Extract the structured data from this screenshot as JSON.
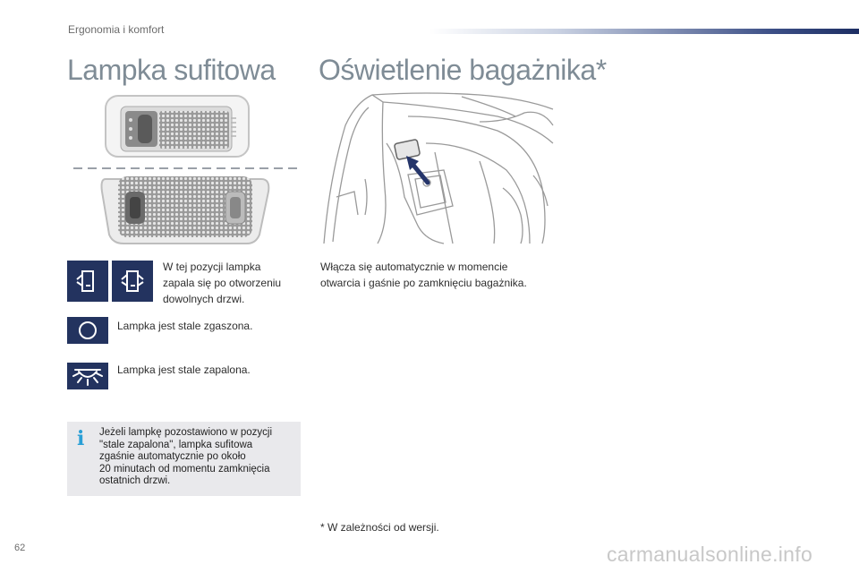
{
  "header": {
    "section": "Ergonomia i komfort",
    "page_number": "62"
  },
  "left": {
    "title": "Lampka sufitowa",
    "modes": [
      {
        "icons": [
          "door-open-left-icon",
          "door-open-right-icon"
        ],
        "text": "W tej pozycji lampka\nzapala się po otworzeniu\ndowolnych drzwi."
      },
      {
        "icons": [
          "lamp-off-icon"
        ],
        "text": "Lampka jest stale zgaszona."
      },
      {
        "icons": [
          "lamp-on-icon"
        ],
        "text": "Lampka jest stale zapalona."
      }
    ],
    "info": {
      "icon": "info-icon",
      "glyph": "i",
      "text": "Jeżeli lampkę pozostawiono w pozycji\n\"stale zapalona\", lampka sufitowa\nzgaśnie automatycznie po około\n20 minutach od momentu zamknięcia\nostatnich drzwi."
    }
  },
  "right": {
    "title": "Oświetlenie bagażnika*",
    "text": "Włącza się automatycznie w momencie\notwarcia i gaśnie po zamknięciu bagażnika.",
    "footnote": "* W zależności od wersji."
  },
  "watermark": "carmanualsonline.info",
  "colors": {
    "icon_bg": "#23335f",
    "title": "#7f8c96",
    "info_bg": "#e9e9ec",
    "info_icon": "#2a9fd6"
  }
}
